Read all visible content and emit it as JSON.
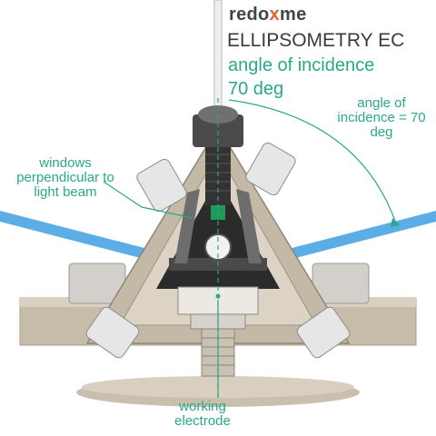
{
  "brand": {
    "name_prefix": "redo",
    "name_accent": "x",
    "name_suffix": "me",
    "accent_color": "#e0603a"
  },
  "header": {
    "product": "ELLIPSOMETRY EC",
    "angle_line1": "angle of incidence",
    "angle_line2": "70 deg"
  },
  "callouts": {
    "angle": "angle of incidence = 70 deg",
    "windows": "windows perpendicular to light beam",
    "electrode": "working electrode"
  },
  "colors": {
    "annotation": "#2aa889",
    "beam": "#3f9ee0",
    "body": "#c4b8a6",
    "dark": "#2b2b2b"
  }
}
